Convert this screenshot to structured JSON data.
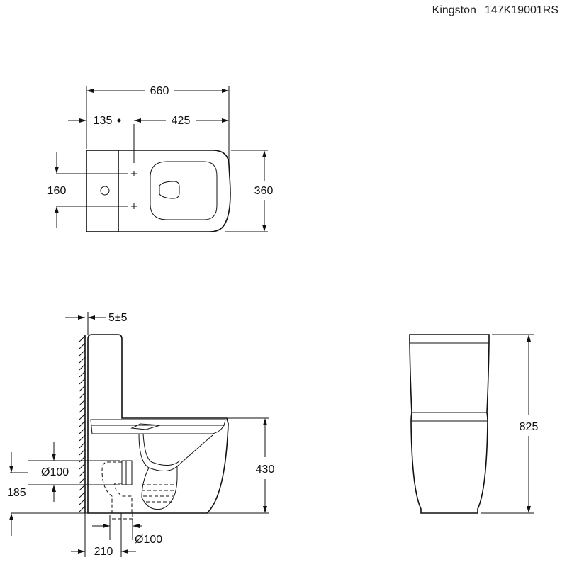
{
  "header": {
    "brand": "Kingston",
    "model": "147K19001RS"
  },
  "top_view": {
    "overall_width": "660",
    "left_offset": "135",
    "hole_to_front": "425",
    "fixing_spacing": "160",
    "depth": "360"
  },
  "side_view": {
    "wall_gap": "5±5",
    "seat_height": "430",
    "outlet_diameter_horizontal": "Ø100",
    "outlet_height": "185",
    "outlet_diameter_vertical": "Ø100",
    "outlet_setout": "210"
  },
  "front_view": {
    "total_height": "825"
  }
}
